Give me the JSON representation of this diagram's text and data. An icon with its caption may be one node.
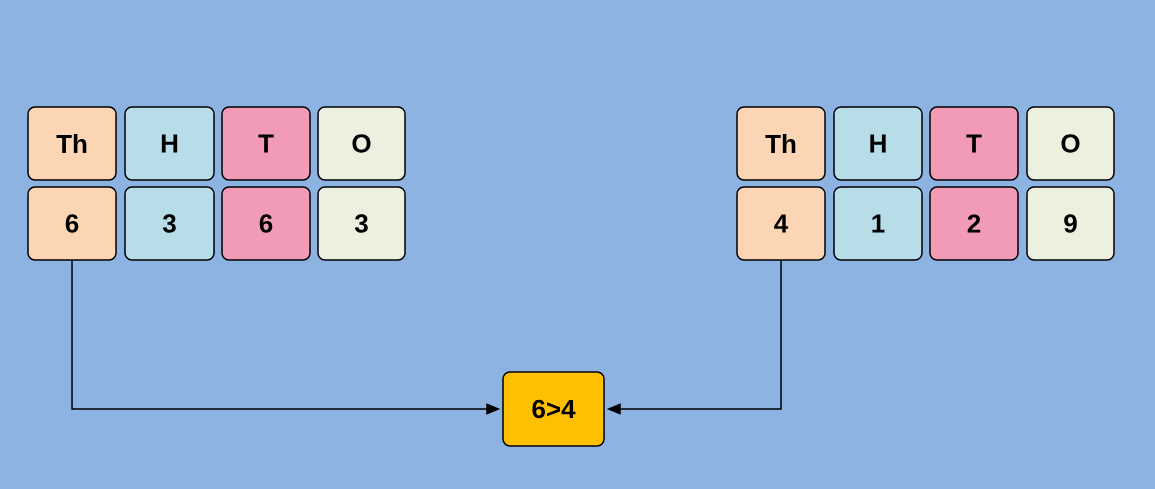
{
  "diagram": {
    "nodes": [
      {
        "text": [
          "Th"
        ]
      },
      {
        "text": [
          "H"
        ]
      },
      {
        "text": [
          "T"
        ]
      },
      {
        "text": [
          "O"
        ]
      },
      {
        "text": [
          "6"
        ]
      },
      {
        "text": [
          "3"
        ]
      },
      {
        "text": [
          "6"
        ]
      },
      {
        "text": [
          "3"
        ]
      },
      {
        "text": [
          "Th"
        ]
      },
      {
        "text": [
          "H"
        ]
      },
      {
        "text": [
          "T"
        ]
      },
      {
        "text": [
          "O"
        ]
      },
      {
        "text": [
          "4"
        ]
      },
      {
        "text": [
          "1"
        ]
      },
      {
        "text": [
          "2"
        ]
      },
      {
        "text": [
          "9"
        ]
      },
      {
        "text": [
          "6>4"
        ]
      }
    ],
    "edges": [
      {
        "from": 4,
        "to": 16,
        "arrow": "to"
      },
      {
        "from": 12,
        "to": 16,
        "arrow": "to"
      }
    ]
  }
}
